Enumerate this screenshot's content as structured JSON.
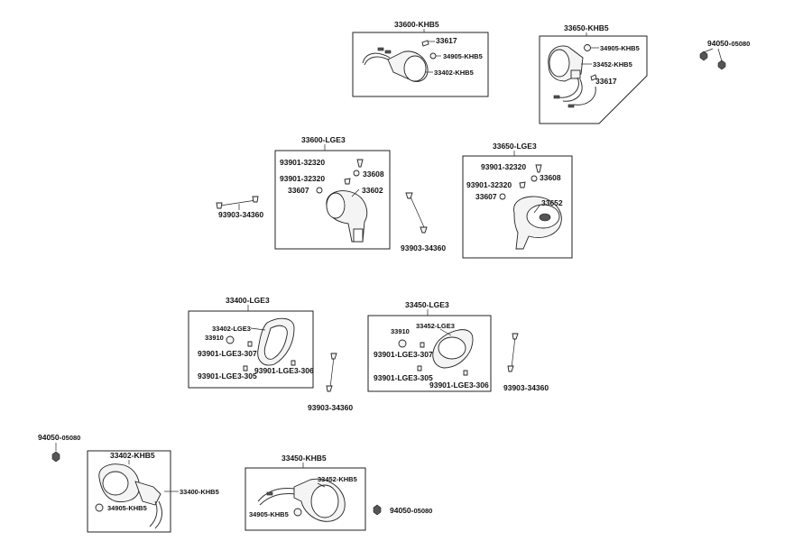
{
  "groups": {
    "g33600_khb5": {
      "title": "33600-KHB5",
      "parts": [
        "33617",
        "34905-KHB5",
        "33402-KHB5"
      ]
    },
    "g33650_khb5": {
      "title": "33650-KHB5",
      "parts": [
        "34905-KHB5",
        "33452-KHB5",
        "33617"
      ]
    },
    "g33600_lge3": {
      "title": "33600-LGE3",
      "parts": [
        "93901-32320",
        "33608",
        "93901-32320",
        "33607",
        "33602"
      ]
    },
    "g33650_lge3": {
      "title": "33650-LGE3",
      "parts": [
        "93901-32320",
        "33608",
        "93901-32320",
        "33607",
        "33652"
      ]
    },
    "g33400_lge3": {
      "title": "33400-LGE3",
      "parts": [
        "33402-LGE3",
        "33910",
        "93901-LGE3-307",
        "93901-LGE3-305",
        "93901-LGE3-306"
      ]
    },
    "g33450_lge3": {
      "title": "33450-LGE3",
      "parts": [
        "33910",
        "33452-LGE3",
        "93901-LGE3-307",
        "93901-LGE3-305",
        "93901-LGE3-306"
      ]
    },
    "g33400_khb5": {
      "title": "33402-KHB5",
      "side_label": "33400-KHB5",
      "parts": [
        "34905-KHB5"
      ]
    },
    "g33450_khb5": {
      "title": "33450-KHB5",
      "parts": [
        "33452-KHB5",
        "34905-KHB5"
      ]
    }
  },
  "standalone": {
    "nut_top_right": {
      "prefix": "94050",
      "suffix": "05080"
    },
    "nut_left": {
      "prefix": "94050",
      "suffix": "05080"
    },
    "nut_bottom": {
      "prefix": "94050",
      "suffix": "05080"
    },
    "screw_1": "93903-34360",
    "screw_2": "93903-34360",
    "screw_3": "93903-34360",
    "screw_4": "93903-34360"
  }
}
